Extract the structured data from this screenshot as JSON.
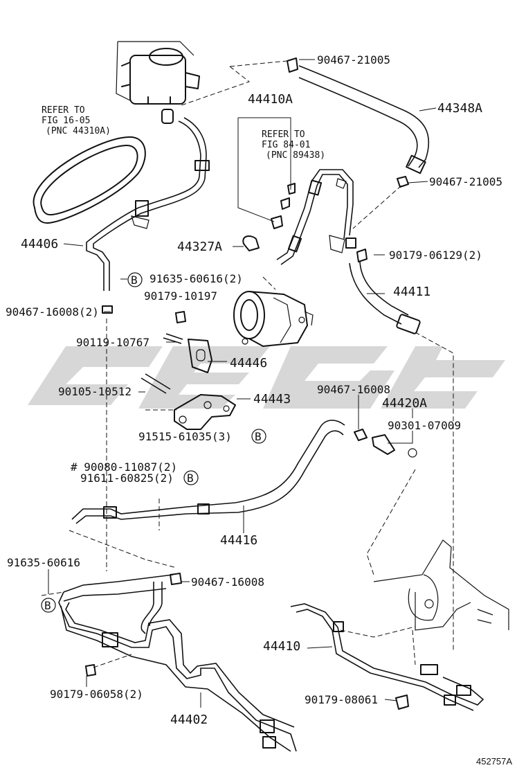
{
  "refs": {
    "belt": {
      "line1": "REFER TO",
      "line2": "FIG 16-05",
      "line3": "(PNC 44310A)"
    },
    "valve": {
      "line1": "REFER TO",
      "line2": "FIG 84-01",
      "line3": "(PNC 89438)"
    }
  },
  "labels": {
    "p1": "90467-21005",
    "p2": "44348A",
    "p3": "44410A",
    "p4": "90467-21005",
    "p5": "44406",
    "p6": "44327A",
    "p7": "90179-06129(2)",
    "p8": "91635-60616(2)",
    "p9": "90179-10197",
    "p10": "44411",
    "p11": "90467-16008(2)",
    "p12": "90119-10767",
    "p13": "44446",
    "p14": "90105-10512",
    "p15": "44443",
    "p16": "90467-16008",
    "p17": "44420A",
    "p18": "90301-07009",
    "p19": "91515-61035(3)",
    "p20": "# 90080-11087(2)",
    "p21": "91611-60825(2)",
    "p22": "44416",
    "p23": "91635-60616",
    "p24": "90467-16008",
    "p25": "44410",
    "p26": "90179-06058(2)",
    "p27": "90179-08061",
    "p28": "44402"
  },
  "circle_mark": "B",
  "watermark": "cfgt",
  "figure_number": "452757A"
}
